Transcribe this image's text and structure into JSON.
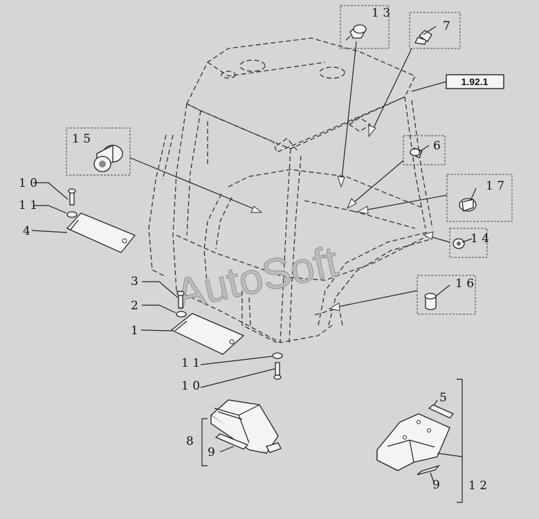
{
  "reference_label": "1.92.1",
  "watermark": "AutoSoft",
  "callouts": [
    {
      "id": "13",
      "text": "1 3"
    },
    {
      "id": "7",
      "text": "7"
    },
    {
      "id": "15",
      "text": "1 5"
    },
    {
      "id": "6",
      "text": "6"
    },
    {
      "id": "10a",
      "text": "1 0"
    },
    {
      "id": "11a",
      "text": "1 1"
    },
    {
      "id": "4",
      "text": "4"
    },
    {
      "id": "17",
      "text": "1 7"
    },
    {
      "id": "14",
      "text": "1 4"
    },
    {
      "id": "16",
      "text": "1 6"
    },
    {
      "id": "3",
      "text": "3"
    },
    {
      "id": "2",
      "text": "2"
    },
    {
      "id": "1",
      "text": "1"
    },
    {
      "id": "11b",
      "text": "1 1"
    },
    {
      "id": "10b",
      "text": "1 0"
    },
    {
      "id": "5",
      "text": "5"
    },
    {
      "id": "8",
      "text": "8"
    },
    {
      "id": "9a",
      "text": "9"
    },
    {
      "id": "9b",
      "text": "9"
    },
    {
      "id": "12",
      "text": "1 2"
    }
  ]
}
